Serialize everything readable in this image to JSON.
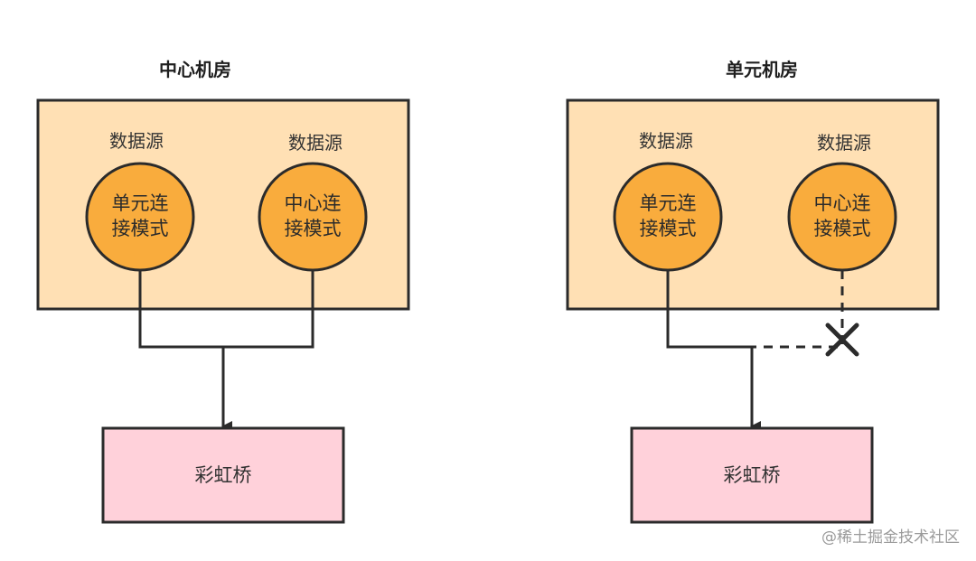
{
  "left": {
    "title": "中心机房",
    "source1": {
      "label": "数据源",
      "mode_line1": "单元连",
      "mode_line2": "接模式"
    },
    "source2": {
      "label": "数据源",
      "mode_line1": "中心连",
      "mode_line2": "接模式"
    },
    "bridge": "彩虹桥"
  },
  "right": {
    "title": "单元机房",
    "source1": {
      "label": "数据源",
      "mode_line1": "单元连",
      "mode_line2": "接模式"
    },
    "source2": {
      "label": "数据源",
      "mode_line1": "中心连",
      "mode_line2": "接模式"
    },
    "bridge": "彩虹桥"
  },
  "watermark": "@稀土掘金技术社区",
  "colors": {
    "room_fill": "#FFE0B4",
    "room_stroke": "#2b2b2b",
    "circle_fill": "#F9AC3D",
    "bridge_fill": "#FFD1DA",
    "line": "#2b2b2b"
  }
}
